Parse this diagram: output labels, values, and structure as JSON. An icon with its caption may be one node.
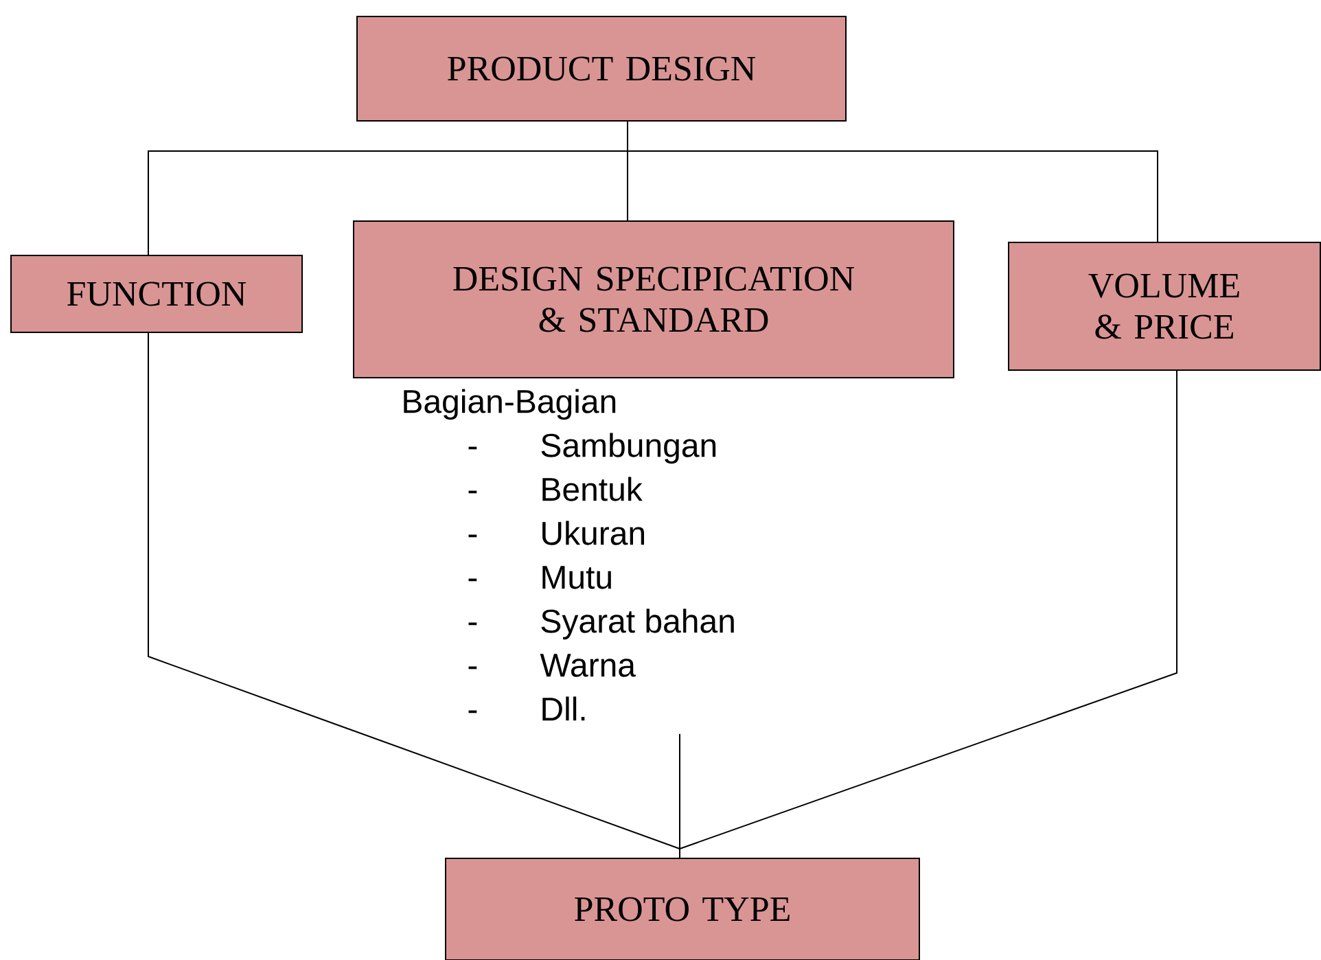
{
  "diagram": {
    "nodes": [
      {
        "text": [
          "PRODUCT DESIGN"
        ]
      },
      {
        "text": [
          "FUNCTION"
        ]
      },
      {
        "text": [
          "DESIGN SPECIPICATION & STANDARD"
        ]
      },
      {
        "text": [
          "VOLUME & PRICE"
        ]
      },
      {
        "text": [
          "PROTO TYPE"
        ]
      },
      {
        "text": [
          "Bagian-Bagian",
          "-",
          "Sambungan",
          "-",
          "Bentuk",
          "-",
          "Ukuran",
          "-",
          "Mutu",
          "-",
          "Syarat bahan",
          "-",
          "Warna",
          "-",
          "Dll."
        ]
      }
    ],
    "edges": [
      {
        "from": 0,
        "to": 1,
        "arrow": "none"
      },
      {
        "from": 0,
        "to": 2,
        "arrow": "none"
      },
      {
        "from": 0,
        "to": 3,
        "arrow": "none"
      },
      {
        "from": 1,
        "to": 4,
        "arrow": "none"
      },
      {
        "from": 3,
        "to": 4,
        "arrow": "none"
      },
      {
        "from": 5,
        "to": 4,
        "arrow": "none"
      }
    ]
  }
}
